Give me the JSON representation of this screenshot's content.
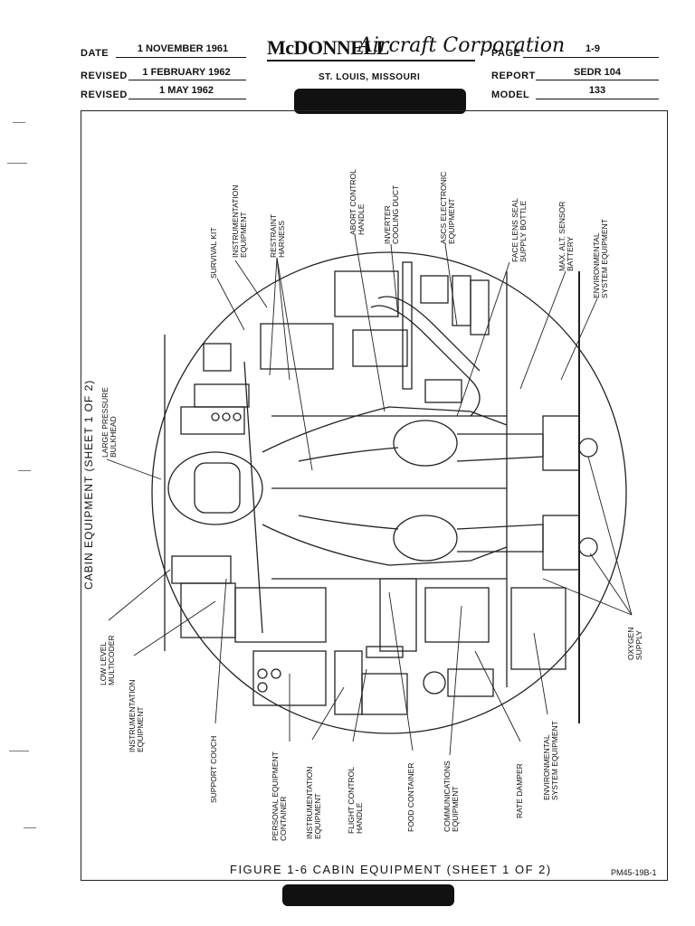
{
  "header": {
    "date_label": "DATE",
    "date_value": "1 NOVEMBER 1961",
    "revised_label_1": "REVISED",
    "revised_value_1": "1 FEBRUARY 1962",
    "revised_label_2": "REVISED",
    "revised_value_2": "1 MAY 1962",
    "company_mc": "McDONNELL",
    "company_script": "Aircraft Corporation",
    "city": "ST. LOUIS, MISSOURI",
    "page_label": "PAGE",
    "page_value": "1-9",
    "report_label": "REPORT",
    "report_value": "SEDR 104",
    "model_label": "MODEL",
    "model_value": "133"
  },
  "figure": {
    "title_rotated": "CABIN EQUIPMENT (SHEET 1 OF 2)",
    "caption": "FIGURE 1-6 CABIN EQUIPMENT (SHEET 1 OF 2)",
    "drawing_number": "PM45-19B-1",
    "labels_top": [
      "SURVIVAL KIT",
      "INSTRUMENTATION\nEQUIPMENT",
      "RESTRAINT\nHARNESS",
      "ABORT CONTROL\nHANDLE",
      "INVERTER\nCOOLING DUCT",
      "ASCS ELECTRONIC\nEQUIPMENT",
      "FACE LENS SEAL\nSUPPLY BOTTLE",
      "MAX. ALT. SENSOR\nBATTERY",
      "ENVIRONMENTAL\nSYSTEM EQUIPMENT"
    ],
    "labels_left": [
      "LARGE PRESSURE\nBULKHEAD",
      "LOW LEVEL\nMULTICODER",
      "INSTRUMENTATION\nEQUIPMENT"
    ],
    "labels_bottom": [
      "SUPPORT COUCH",
      "PERSONAL EQUIPMENT\nCONTAINER",
      "INSTRUMENTATION\nEQUIPMENT",
      "FLIGHT CONTROL\nHANDLE",
      "FOOD CONTAINER",
      "COMMUNICATIONS\nEQUIPMENT",
      "RATE DAMPER",
      "ENVIRONMENTAL\nSYSTEM EQUIPMENT"
    ],
    "labels_right": [
      "OXYGEN\nSUPPLY"
    ]
  }
}
